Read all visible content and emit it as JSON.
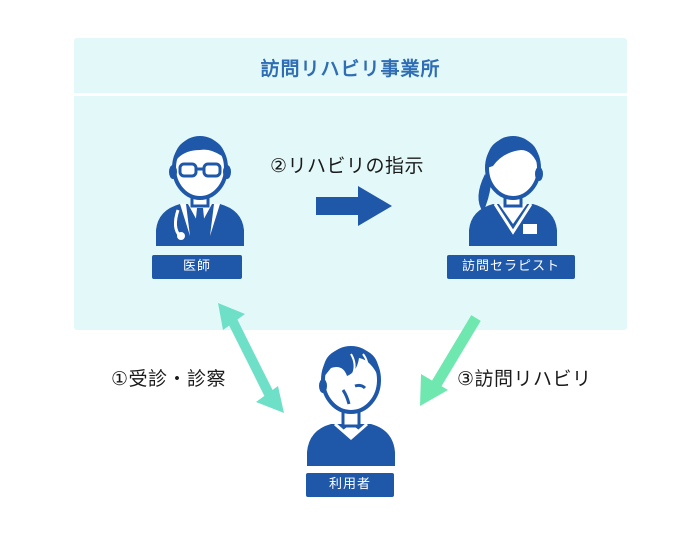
{
  "agency": {
    "title": "訪問リハビリ事業所",
    "background_color": "#e3f8f8",
    "title_color": "#2f6eb5"
  },
  "actors": {
    "doctor": {
      "label": "医師",
      "icon": "doctor-icon"
    },
    "therapist": {
      "label": "訪問セラピスト",
      "icon": "therapist-icon"
    },
    "user": {
      "label": "利用者",
      "icon": "elderly-user-icon"
    }
  },
  "steps": [
    {
      "label": "①受診・診察",
      "arrow": "double-headed",
      "color": "#6fe0c8"
    },
    {
      "label": "②リハビリの指示",
      "arrow": "right",
      "color": "#1f58a8"
    },
    {
      "label": "③訪問リハビリ",
      "arrow": "down-left",
      "color": "#6fe8b0"
    }
  ],
  "colors": {
    "primary": "#1f58a8",
    "label_bg": "#1f58a8",
    "skin": "#ffffff"
  }
}
